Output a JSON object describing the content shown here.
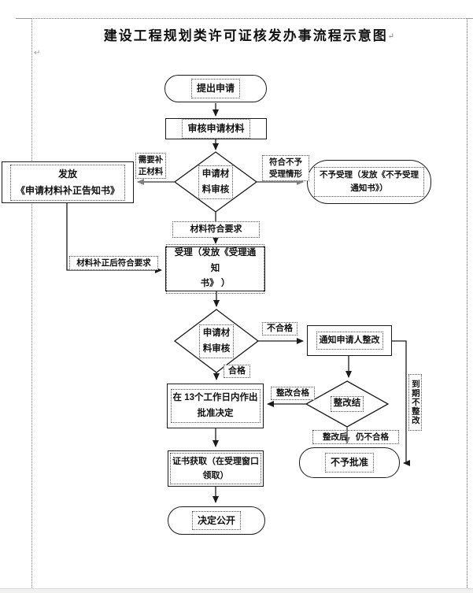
{
  "page": {
    "title": "建设工程规划类许可证核发办事流程示意图",
    "paragraph_mark": "↵"
  },
  "colors": {
    "ink": "#1a1a1a",
    "gray_line": "#7f7f7f"
  },
  "nodes": {
    "start": "提出申请",
    "review_materials": "审核申请材料",
    "issue_correction_notice": "发放\n《申请材料补正告知书》",
    "material_review_1": "申请材\n料审核",
    "not_accepted": "不予受理（发放《不予受理\n通知书》）",
    "accept": "受理（发放《受理通知\n书》 ）",
    "material_review_2": "申请材\n料审核",
    "notify_rectification": "通知申请人整改",
    "rectification_result": "整改结",
    "approve_in_13_days": "在 13个工作日内作出\n批准决定",
    "not_approved": "不予批准",
    "certificate_pickup": "证书获取（在受理窗口\n领取）",
    "decision_public": "决定公开"
  },
  "edge_labels": {
    "need_correction": "需要补\n正材料",
    "meets_rejection_case": "符合不予\n受理情形",
    "material_meets_requirements": "材料符合要求",
    "corrected_meets_requirements": "材料补正后符合要求",
    "unqualified": "不合格",
    "qualified": "合格",
    "rectified_qualified": "整改合格",
    "still_unqualified_after": "整改后　仍不合格",
    "overdue_not_rectified": "到期不整改"
  }
}
